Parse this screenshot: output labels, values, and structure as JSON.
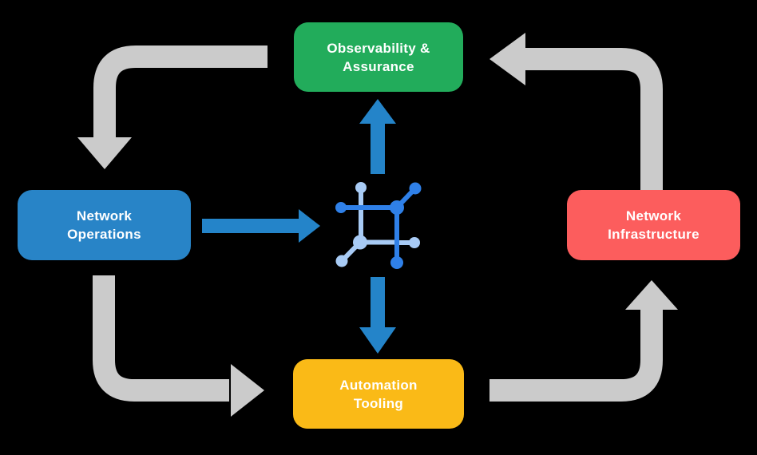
{
  "colors": {
    "background": "#000000",
    "text": "#FFFFFF",
    "arrow_gray": "#CBCBCB",
    "arrow_blue": "#2484C9",
    "icon_blue_dark": "#2F80E8",
    "icon_blue_light": "#A8CBF5"
  },
  "nodes": {
    "observability": {
      "label": "Observability &\nAssurance",
      "color": "#22AC5B"
    },
    "operations": {
      "label": "Network\nOperations",
      "color": "#2884C7"
    },
    "infrastructure": {
      "label": "Network\nInfrastructure",
      "color": "#FC5D5D"
    },
    "automation": {
      "label": "Automation\nTooling",
      "color": "#FABA17"
    }
  },
  "icons": {
    "center": "network-mesh-icon"
  }
}
